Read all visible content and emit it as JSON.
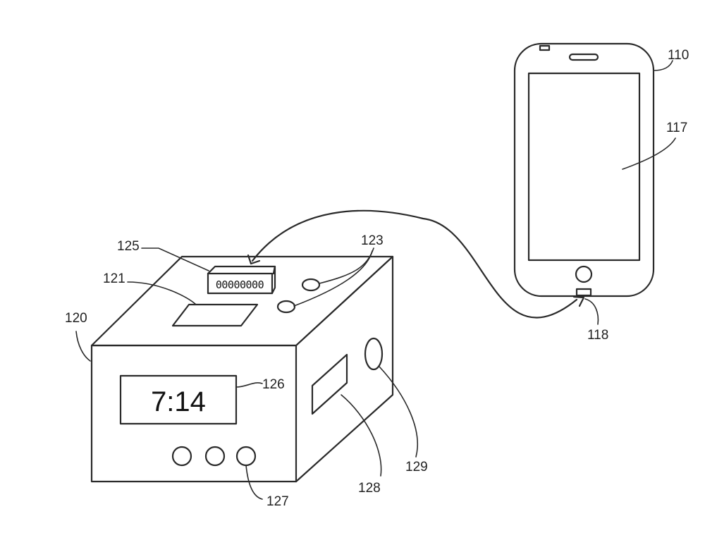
{
  "labels": {
    "phone": "110",
    "screen": "117",
    "port": "118",
    "base": "120",
    "pad": "121",
    "buttons_top": "123",
    "connector": "125",
    "display": "126",
    "buttons_front": "127",
    "side_panel": "128",
    "side_button": "129"
  },
  "display": {
    "time": "7:14"
  },
  "connector": {
    "digits": "00000000"
  }
}
